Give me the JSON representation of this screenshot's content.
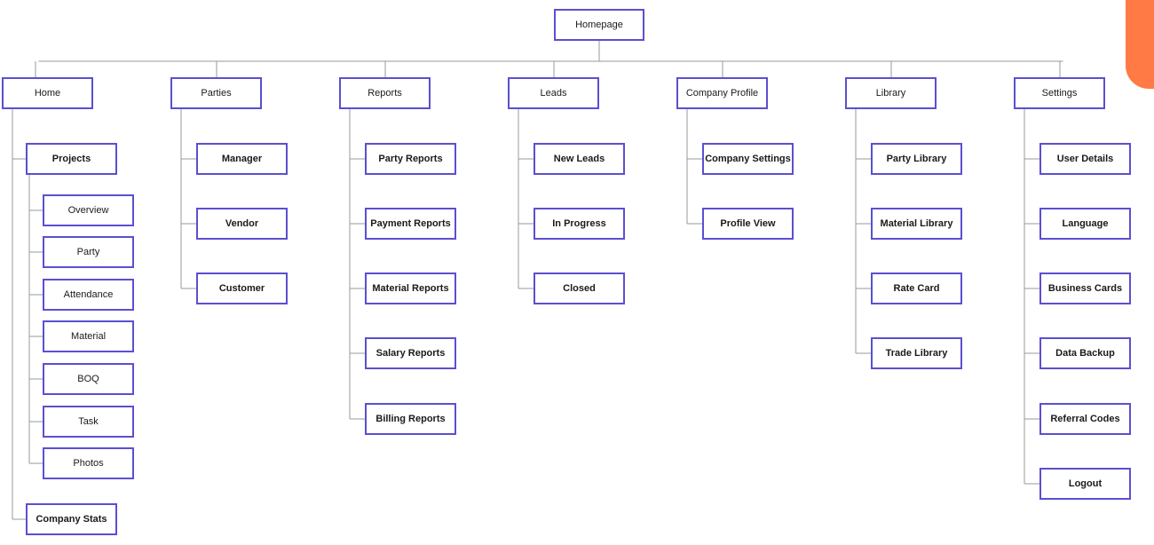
{
  "root": "Homepage",
  "colors": {
    "box_border": "#5b4fd1",
    "connector": "#9a9a9a",
    "accent": "#ff7a45"
  },
  "sections": [
    {
      "id": "home",
      "label": "Home",
      "children": [
        {
          "label": "Projects",
          "children": [
            "Overview",
            "Party",
            "Attendance",
            "Material",
            "BOQ",
            "Task",
            "Photos"
          ]
        },
        {
          "label": "Company Stats"
        }
      ]
    },
    {
      "id": "parties",
      "label": "Parties",
      "children": [
        {
          "label": "Manager"
        },
        {
          "label": "Vendor"
        },
        {
          "label": "Customer"
        }
      ]
    },
    {
      "id": "reports",
      "label": "Reports",
      "children": [
        {
          "label": "Party Reports"
        },
        {
          "label": "Payment Reports"
        },
        {
          "label": "Material Reports"
        },
        {
          "label": "Salary Reports"
        },
        {
          "label": "Billing Reports"
        }
      ]
    },
    {
      "id": "leads",
      "label": "Leads",
      "children": [
        {
          "label": "New Leads"
        },
        {
          "label": "In Progress"
        },
        {
          "label": "Closed"
        }
      ]
    },
    {
      "id": "company-profile",
      "label": "Company Profile",
      "children": [
        {
          "label": "Company Settings"
        },
        {
          "label": "Profile View"
        }
      ]
    },
    {
      "id": "library",
      "label": "Library",
      "children": [
        {
          "label": "Party Library"
        },
        {
          "label": "Material Library"
        },
        {
          "label": "Rate Card"
        },
        {
          "label": "Trade Library"
        }
      ]
    },
    {
      "id": "settings",
      "label": "Settings",
      "children": [
        {
          "label": "User Details"
        },
        {
          "label": "Language"
        },
        {
          "label": "Business Cards"
        },
        {
          "label": "Data Backup"
        },
        {
          "label": "Referral Codes"
        },
        {
          "label": "Logout"
        }
      ]
    }
  ]
}
